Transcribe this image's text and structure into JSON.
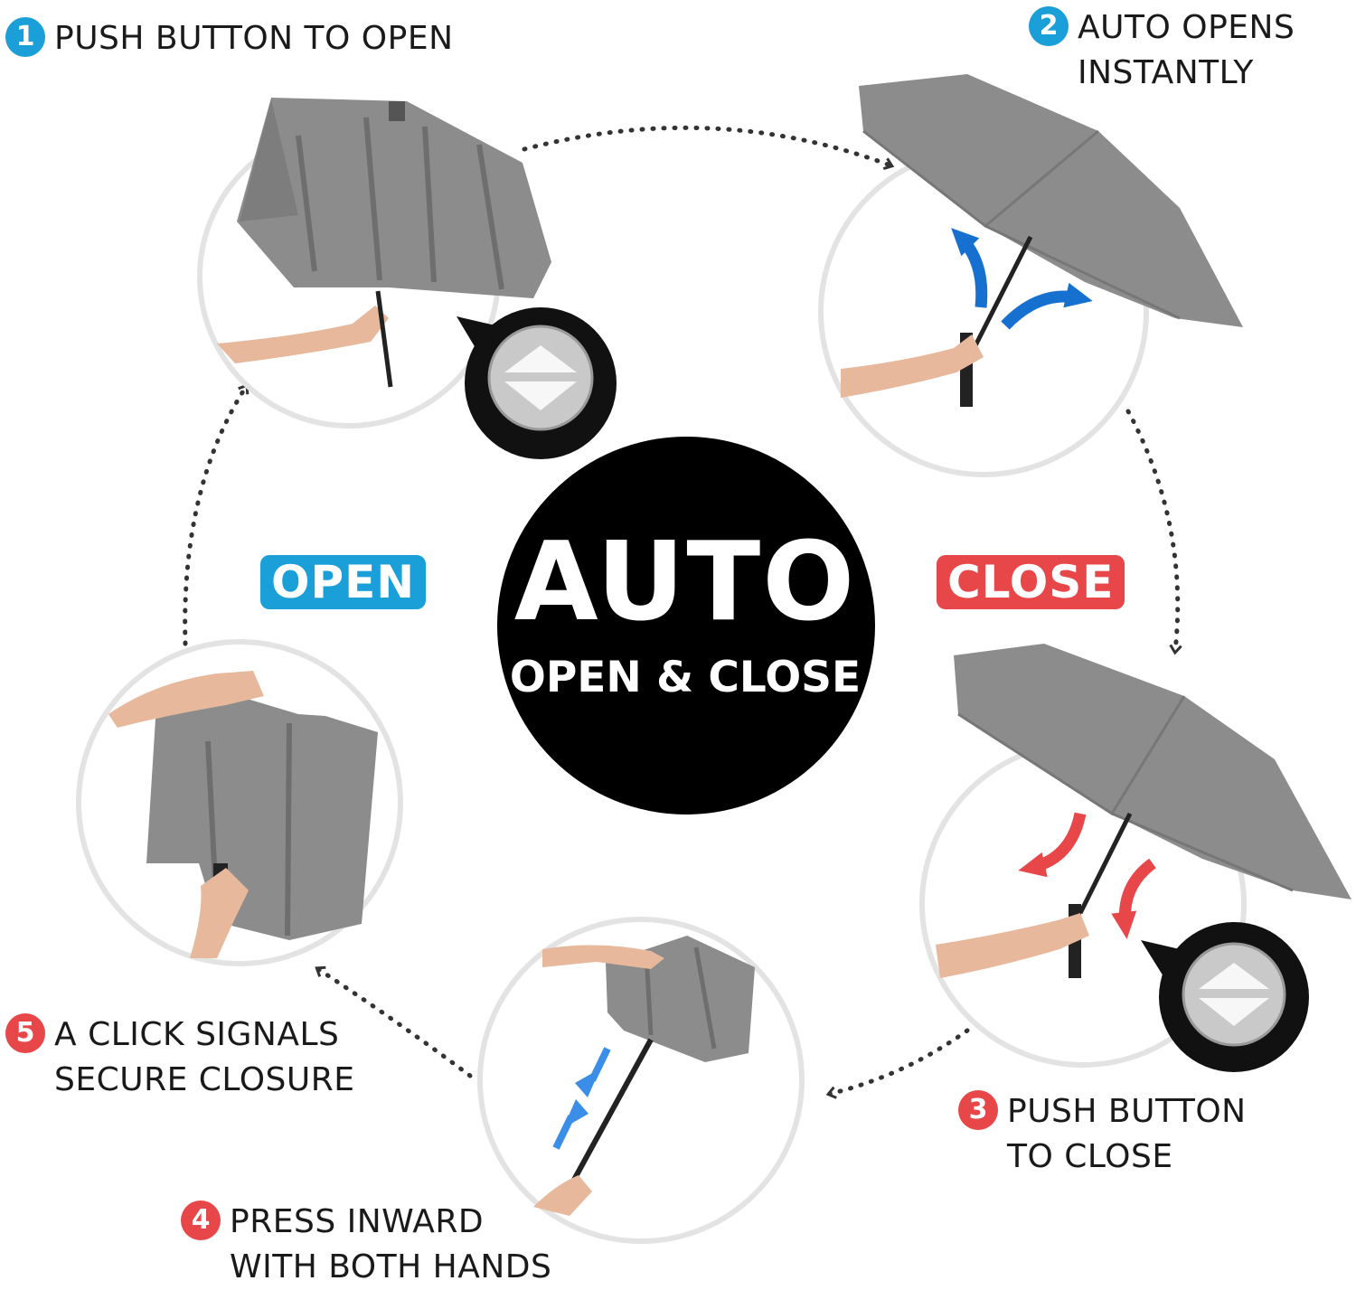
{
  "steps": [
    {
      "num": "1",
      "lines": [
        "PUSH BUTTON  TO OPEN"
      ]
    },
    {
      "num": "2",
      "lines": [
        "AUTO OPENS",
        "INSTANTLY"
      ]
    },
    {
      "num": "3",
      "lines": [
        "PUSH BUTTON",
        "TO CLOSE"
      ]
    },
    {
      "num": "4",
      "lines": [
        "PRESS INWARD",
        "WITH BOTH HANDS"
      ]
    },
    {
      "num": "5",
      "lines": [
        "A CLICK SIGNALS",
        "SECURE CLOSURE"
      ]
    }
  ],
  "center": {
    "title": "AUTO",
    "subtitle": "OPEN & CLOSE"
  },
  "labels": {
    "open": "OPEN",
    "close": "CLOSE"
  },
  "colors": {
    "blue": "#1a9fd8",
    "red": "#e8474a",
    "canopy": "#8c8c8c",
    "ring": "#e3e3e3",
    "button_metal": "#c9c9c9"
  },
  "icons": [
    "umbrella-icon",
    "hand-icon",
    "push-button-icon",
    "curved-arrow-icon",
    "dotted-arrow-icon"
  ]
}
